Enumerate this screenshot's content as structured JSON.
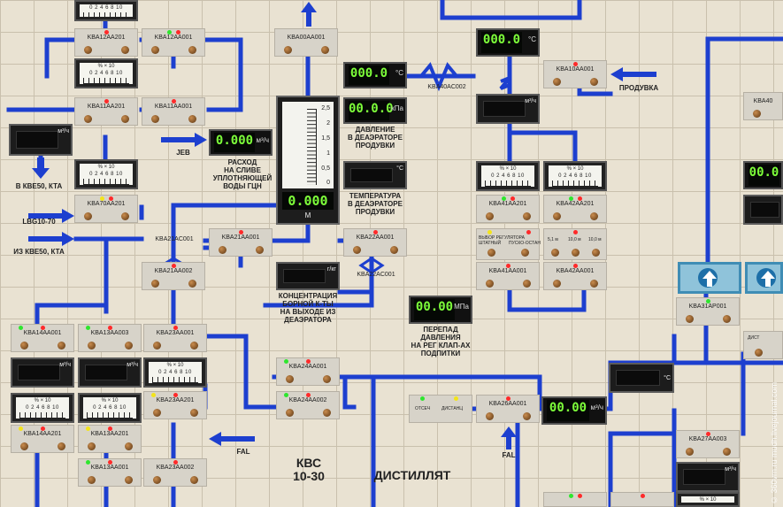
{
  "panel": {
    "title_line1": "КВС",
    "title_line2": "10-30",
    "section_label": "ДИСТИЛЛЯТ",
    "watermark": "© 360vrn.ru   mudh.livejournal.com"
  },
  "labels": {
    "jeb": "JEB",
    "flow_line1": "РАСХОД",
    "flow_line2": "НА СЛИВЕ",
    "flow_line3": "УПЛОТНЯЮЩЕЙ",
    "flow_line4": "ВОДЫ ГЦН",
    "to_kbe50": "В КВЕ50, КТА",
    "lbg": "LBG10-70",
    "from_kbe50": "ИЗ КВЕ50, КТА",
    "pressure_line1": "ДАВЛЕНИЕ",
    "pressure_line2": "В ДЕАЭРАТОРЕ",
    "pressure_line3": "ПРОДУВКИ",
    "temp_line1": "ТЕМПЕРАТУРА",
    "temp_line2": "В ДЕАЭРАТОРЕ",
    "temp_line3": "ПРОДУВКИ",
    "boron_line1": "КОНЦЕНТРАЦИЯ",
    "boron_line2": "БОРНОЙ К-ТЫ",
    "boron_line3": "НА ВЫХОДЕ ИЗ",
    "boron_line4": "ДЕАЭРАТОРА",
    "dp_line1": "ПЕРЕПАД",
    "dp_line2": "ДАВЛЕНИЯ",
    "dp_line3": "НА РЕГ КЛАП-АХ",
    "dp_line4": "ПОДПИТКИ",
    "purge": "ПРОДУВКА",
    "fal1": "FAL",
    "fal2": "FAL",
    "kba40ac002": "KBA40AC002",
    "kba22ac001": "KBA22AC001",
    "kba21ac001": "KBA21AC001",
    "otsech": "ОТСЕЧ",
    "distants": "ДИСТАНЦ",
    "mode_select": "ВЫБОР РЕГУЛЯТОРА",
    "mode_a": "ШТАТНЫЙ",
    "mode_b": "ПУСКО-ОСТАН",
    "mode_c1": "5,1 м",
    "mode_c2": "10,0 м",
    "mode_c3": "10,0 м",
    "dist_short": "ДИСТ"
  },
  "readouts": {
    "pressure": {
      "value": "00.0.0",
      "unit": "кПа"
    },
    "temperature_top": {
      "value": "000.0",
      "unit": "°C"
    },
    "temperature_right": {
      "value": "000.0",
      "unit": "°C"
    },
    "jeb_flow": {
      "value": "0.000",
      "unit": "м³/ч"
    },
    "level": {
      "value": "0.000",
      "unit": "М"
    },
    "dp": {
      "value": "00.00",
      "unit": "МПа"
    },
    "distillate_flow": {
      "value": "00.00",
      "unit": "м³/ч"
    },
    "far_right": {
      "value": "00.0"
    }
  },
  "units": {
    "m3h": "м³/ч",
    "degC": "°C",
    "g_kg": "г/кг",
    "x10": "% × 10",
    "gauge_ticks": "0 2 4 6 8 10"
  },
  "level_gauge": {
    "ticks": [
      "2,5",
      "2",
      "1,5",
      "1",
      "0,5",
      "0"
    ]
  },
  "tiles": [
    {
      "id": "KBA12AA201",
      "label": "KBA12AA201"
    },
    {
      "id": "KBA12AA001",
      "label": "KBA12AA001"
    },
    {
      "id": "KBA11AA201",
      "label": "KBA11AA201"
    },
    {
      "id": "KBA11AA001",
      "label": "KBA11AA001"
    },
    {
      "id": "KBA70AA201",
      "label": "KBA70AA201"
    },
    {
      "id": "KBA00AA001",
      "label": "KBA00AA001"
    },
    {
      "id": "KBA10AA001",
      "label": "KBA10AA001"
    },
    {
      "id": "KBA21AA001",
      "label": "KBA21AA001"
    },
    {
      "id": "KBA21AA002",
      "label": "KBA21AA002"
    },
    {
      "id": "KBA22AA001",
      "label": "KBA22AA001"
    },
    {
      "id": "KBA41AA201",
      "label": "KBA41AA201"
    },
    {
      "id": "KBA42AA201",
      "label": "KBA42AA201"
    },
    {
      "id": "KBA41AA001",
      "label": "KBA41AA001"
    },
    {
      "id": "KBA42AA001",
      "label": "KBA42AA001"
    },
    {
      "id": "KBA14AA001",
      "label": "KBA14AA001"
    },
    {
      "id": "KBA13AA003",
      "label": "KBA13AA003"
    },
    {
      "id": "KBA23AA001",
      "label": "KBA23AA001"
    },
    {
      "id": "KBA24AA001",
      "label": "KBA24AA001"
    },
    {
      "id": "KBA24AA002",
      "label": "KBA24AA002"
    },
    {
      "id": "KBA23AA201",
      "label": "KBA23AA201"
    },
    {
      "id": "KBA14AA201",
      "label": "KBA14AA201"
    },
    {
      "id": "KBA13AA201",
      "label": "KBA13AA201"
    },
    {
      "id": "KBA13AA001",
      "label": "KBA13AA001"
    },
    {
      "id": "KBA23AA002",
      "label": "KBA23AA002"
    },
    {
      "id": "KBA26AA001",
      "label": "KBA26AA001"
    },
    {
      "id": "KBA27AA003",
      "label": "KBA27AA003"
    },
    {
      "id": "KBA31AP001",
      "label": "KBA31AP001"
    },
    {
      "id": "KBA40",
      "label": "KBA40"
    }
  ],
  "colors": {
    "pipe": "#1d3fcf",
    "panel": "#e9e2d2",
    "led_red": "#ff2a2a",
    "led_green": "#2ee62e",
    "led_yellow": "#f3e41a",
    "digit_green": "#7dff3a"
  }
}
